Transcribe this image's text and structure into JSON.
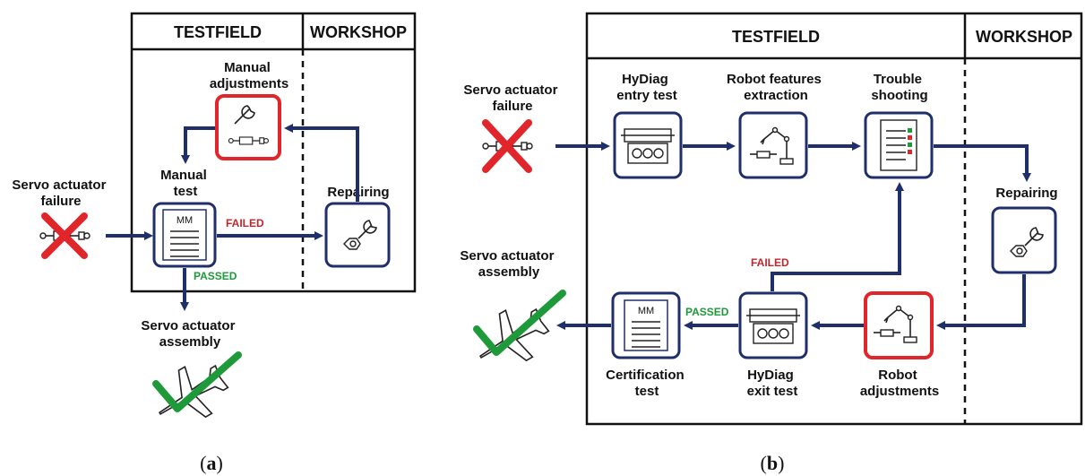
{
  "panel_a": {
    "header_testfield": "TESTFIELD",
    "header_workshop": "WORKSHOP",
    "servo_failure": [
      "Servo actuator",
      "failure"
    ],
    "manual_adjustments": [
      "Manual",
      "adjustments"
    ],
    "manual_test": [
      "Manual",
      "test"
    ],
    "repairing": "Repairing",
    "failed": "FAILED",
    "passed": "PASSED",
    "servo_assembly": [
      "Servo actuator",
      "assembly"
    ],
    "doc_mark": "MM",
    "caption_open": "(",
    "caption_letter": "a",
    "caption_close": ")"
  },
  "panel_b": {
    "header_testfield": "TESTFIELD",
    "header_workshop": "WORKSHOP",
    "servo_failure": [
      "Servo actuator",
      "failure"
    ],
    "entry_test": [
      "HyDiag",
      "entry test"
    ],
    "features_extraction": [
      "Robot features",
      "extraction"
    ],
    "trouble_shooting": [
      "Trouble",
      "shooting"
    ],
    "repairing": "Repairing",
    "robot_adjustments": [
      "Robot",
      "adjustments"
    ],
    "exit_test": [
      "HyDiag",
      "exit test"
    ],
    "certification_test": [
      "Certification",
      "test"
    ],
    "servo_assembly": [
      "Servo actuator",
      "assembly"
    ],
    "failed": "FAILED",
    "passed": "PASSED",
    "doc_mark": "MM",
    "caption_open": "(",
    "caption_letter": "b",
    "caption_close": ")"
  },
  "colors": {
    "arrow_navy": "#1f2f6b",
    "highlight_red": "#e0262b",
    "failed_red": "#c0272d",
    "passed_green": "#1e9a3a",
    "cross_red": "#e0262b",
    "check_green": "#1e9a3a"
  },
  "icons": [
    "actuator-icon",
    "wrench-icon",
    "document-icon",
    "cross-icon",
    "check-icon",
    "airplane-icon",
    "test-bench-icon",
    "robot-arm-icon",
    "checklist-icon",
    "nut-wrench-icon"
  ]
}
